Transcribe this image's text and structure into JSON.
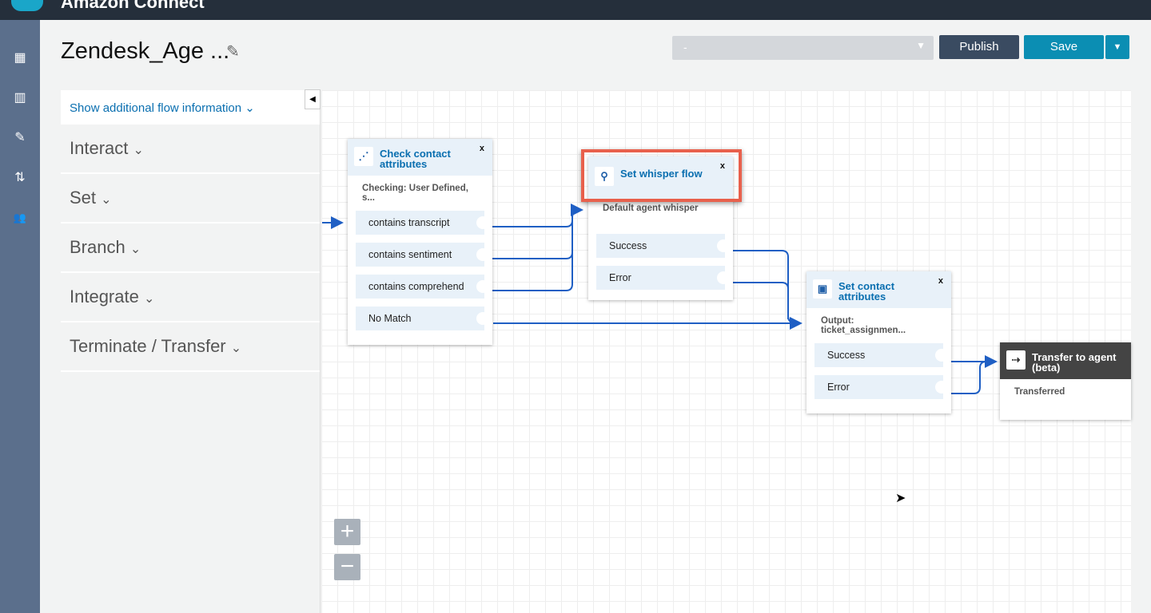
{
  "app": {
    "title": "Amazon Connect"
  },
  "header": {
    "flow_title": "Zendesk_Age ...",
    "version_select": "-",
    "publish": "Publish",
    "save": "Save"
  },
  "nav": [
    {
      "icon": "dashboard-icon",
      "g": "▦"
    },
    {
      "icon": "metrics-icon",
      "g": "▥"
    },
    {
      "icon": "routing-icon",
      "g": "✎"
    },
    {
      "icon": "channels-icon",
      "g": "⇅"
    },
    {
      "icon": "users-icon",
      "g": "👥"
    }
  ],
  "panel": {
    "show_info": "Show additional flow information",
    "categories": [
      "Interact",
      "Set",
      "Branch",
      "Integrate",
      "Terminate / Transfer"
    ]
  },
  "nodes": {
    "check": {
      "title": "Check contact attributes",
      "desc": "Checking: User Defined, s...",
      "branches": [
        "contains transcript",
        "contains sentiment",
        "contains comprehend",
        "No Match"
      ]
    },
    "whisper": {
      "title": "Set whisper flow",
      "desc": "Default agent whisper",
      "branches": [
        "Success",
        "Error"
      ]
    },
    "setattr": {
      "title": "Set contact attributes",
      "desc": "Output: ticket_assignmen...",
      "branches": [
        "Success",
        "Error"
      ]
    },
    "transfer": {
      "title": "Transfer to agent (beta)",
      "desc": "Transferred"
    }
  },
  "colors": {
    "accent": "#0a6fb0",
    "save": "#0b8eb3",
    "publish": "#3a4b61",
    "highlight": "#e8604c"
  }
}
